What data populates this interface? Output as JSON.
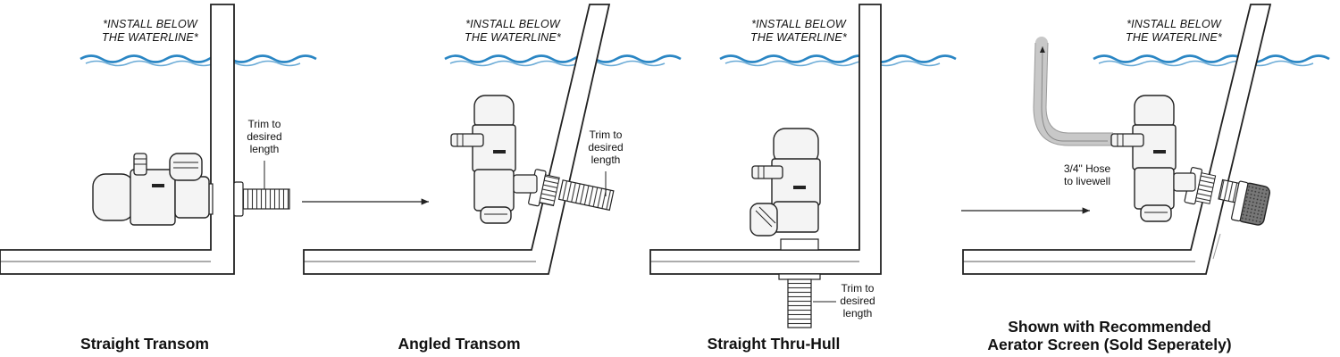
{
  "note": {
    "line1": "*INSTALL BELOW",
    "line2": "THE WATERLINE*"
  },
  "trim": {
    "line1": "Trim to",
    "line2": "desired",
    "line3": "length"
  },
  "hose": {
    "line1": "3/4\" Hose",
    "line2": "to livewell"
  },
  "captions": {
    "straight_transom": "Straight Transom",
    "angled_transom": "Angled Transom",
    "straight_thru_hull": "Straight Thru-Hull",
    "aerator_line1": "Shown with Recommended",
    "aerator_line2": "Aerator Screen (Sold Seperately)"
  },
  "colors": {
    "water": "#2a86c4",
    "line": "#222222",
    "pump_body": "#f4f4f4"
  }
}
